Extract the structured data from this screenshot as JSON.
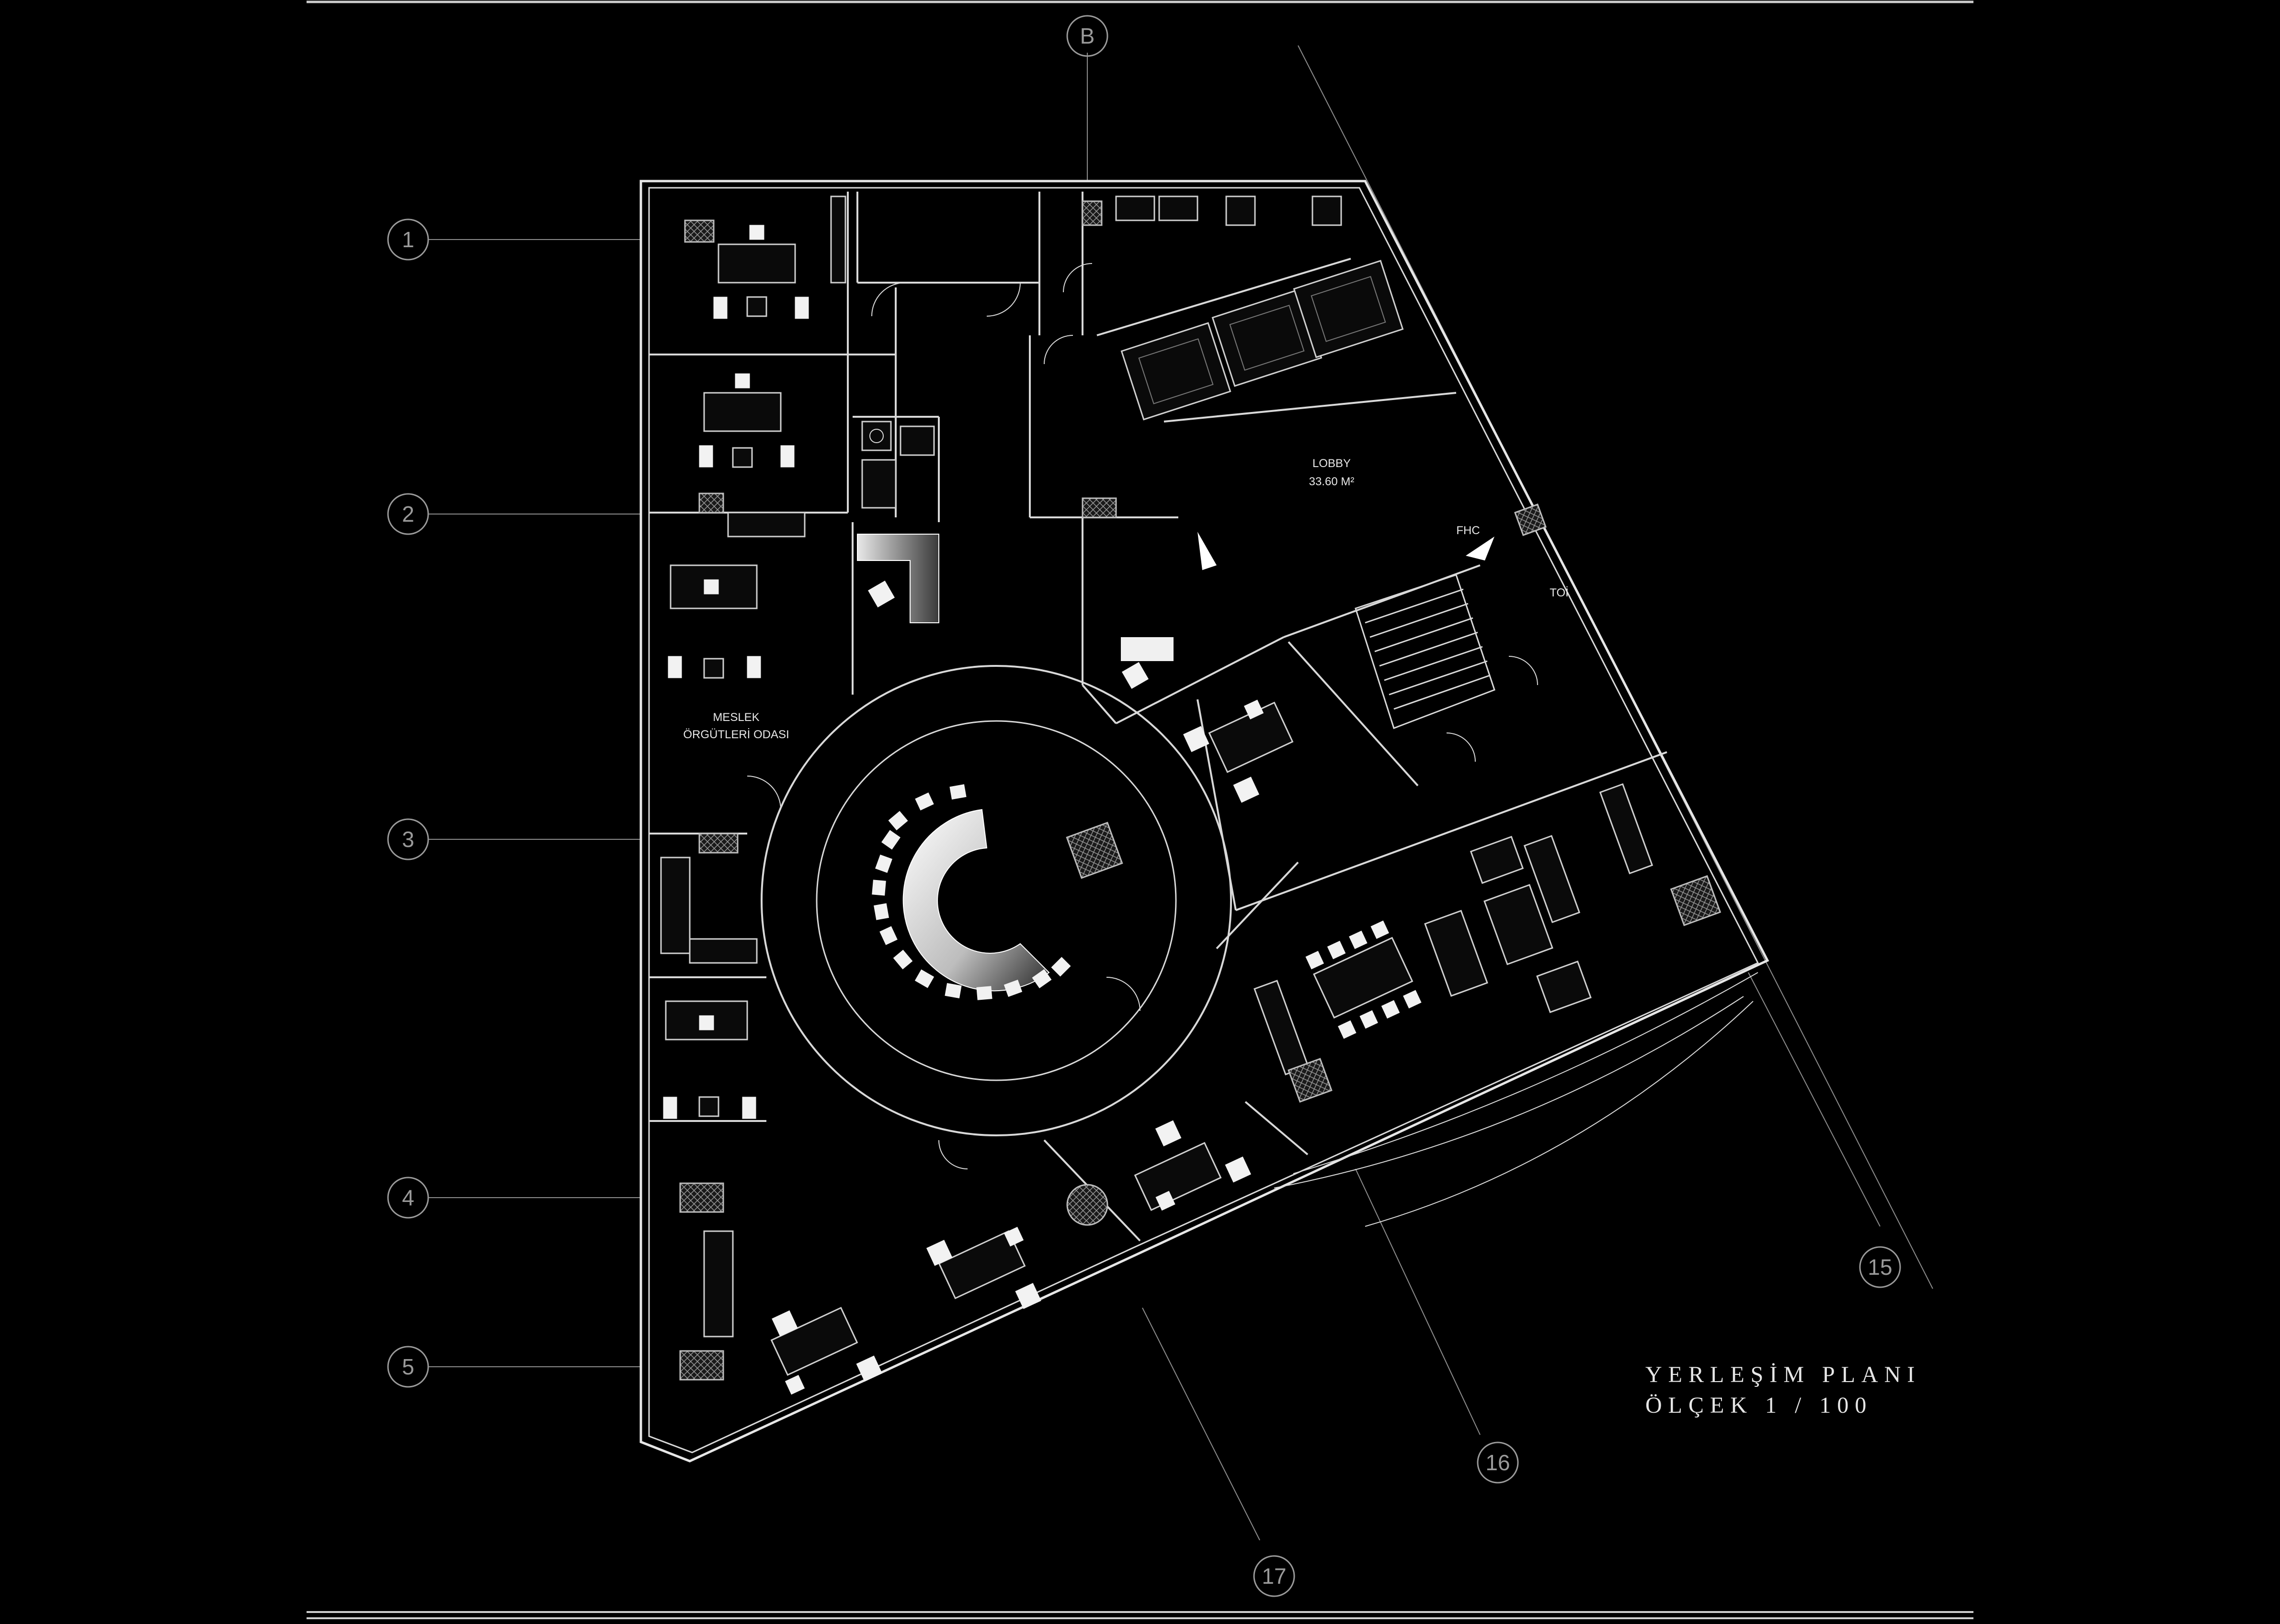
{
  "drawing": {
    "title_line1": "YERLEŞİM PLANI",
    "title_line2": "ÖLÇEK 1 / 100"
  },
  "grid_axes": {
    "top": "B",
    "left": [
      "1",
      "2",
      "3",
      "4",
      "5"
    ],
    "bottom": [
      "15",
      "16",
      "17"
    ]
  },
  "rooms": {
    "lobby_name": "LOBBY",
    "lobby_area": "33.60 M²",
    "meslek_line1": "MESLEK",
    "meslek_line2": "ÖRGÜTLERİ ODASI",
    "fhc": "FHC",
    "toilet": "TOİ"
  },
  "colors": {
    "background": "#000000",
    "linework": "#d8d8d8",
    "grid_bubble": "#9a9a9a"
  }
}
